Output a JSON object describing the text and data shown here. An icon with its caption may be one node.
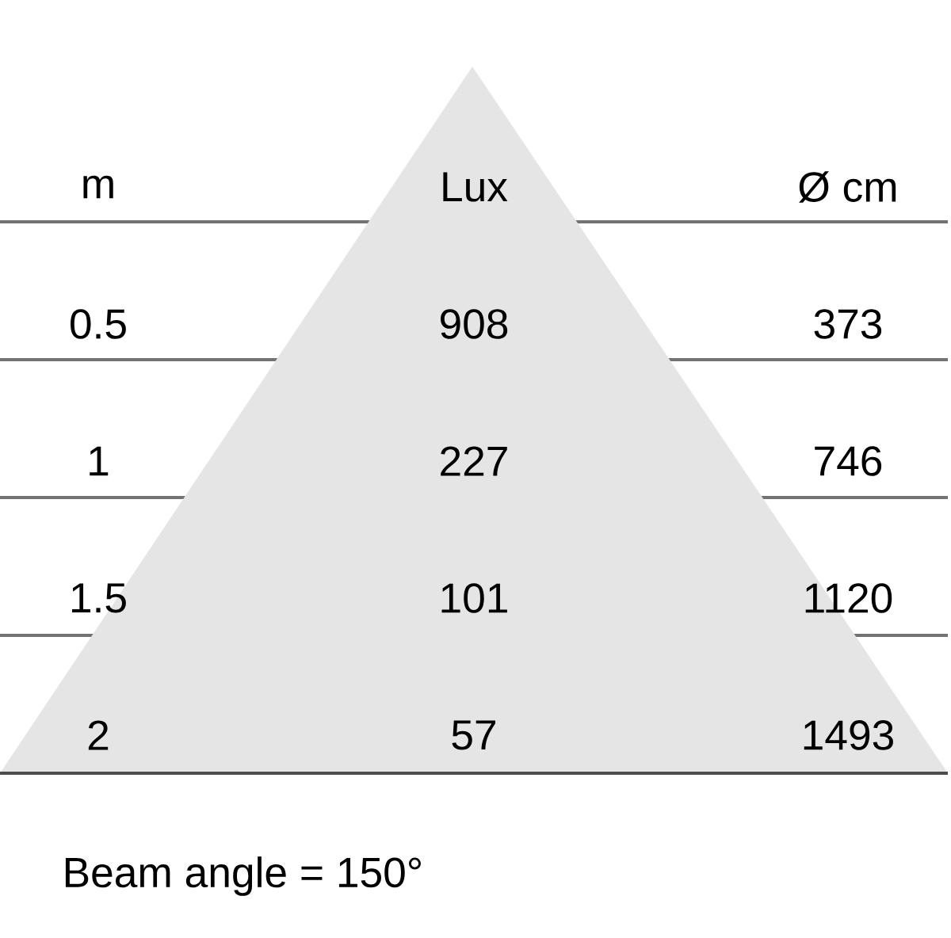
{
  "diagram": {
    "labels": [
      "m",
      "Lux",
      "Ø cm",
      "0.5",
      "908",
      "373",
      "1",
      "227",
      "746",
      "1.5",
      "101",
      "1120",
      "2",
      "57",
      "1493",
      "Beam angle = 150°"
    ]
  }
}
